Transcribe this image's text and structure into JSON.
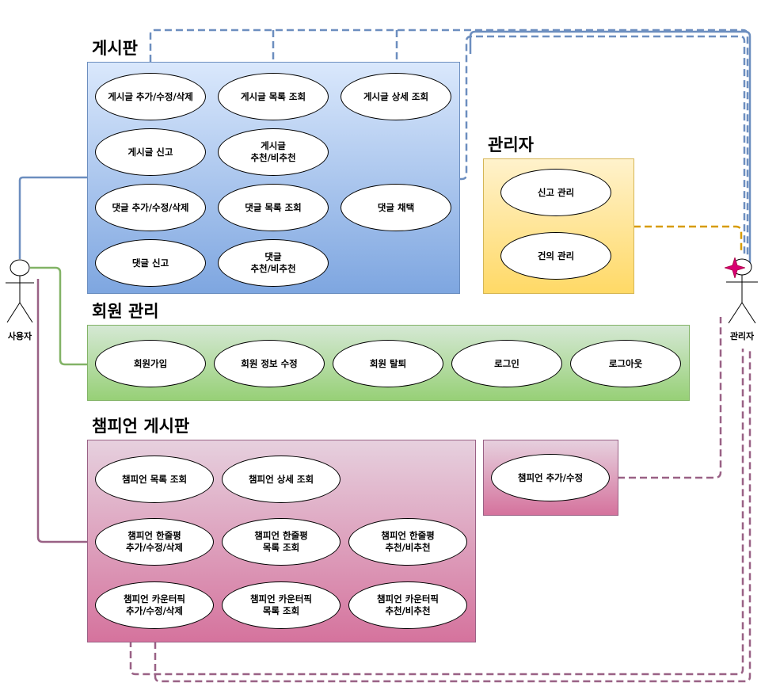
{
  "sections": {
    "board": {
      "title": "게시판",
      "usecases": [
        "게시글 추가/수정/삭제",
        "게시글 목록 조회",
        "게시글 상세 조회",
        "게시글 신고",
        "게시글\n추천/비추천",
        "댓글 추가/수정/삭제",
        "댓글 목록 조회",
        "댓글 채택",
        "댓글 신고",
        "댓글\n추천/비추천"
      ]
    },
    "admin": {
      "title": "관리자",
      "usecases": [
        "신고 관리",
        "건의 관리"
      ]
    },
    "member": {
      "title": "회원 관리",
      "usecases": [
        "회원가입",
        "회원 정보 수정",
        "회원 탈퇴",
        "로그인",
        "로그아웃"
      ]
    },
    "champion": {
      "title": "챔피언 게시판",
      "usecases": [
        "챔피언 목록 조회",
        "챔피언 상세 조회",
        "챔피언 한줄평\n추가/수정/삭제",
        "챔피언 한줄평\n목록 조회",
        "챔피언 한줄평\n추천/비추천",
        "챔피언 카운터픽\n추가/수정/삭제",
        "챔피언 카운터픽\n목록 조회",
        "챔피언 카운터픽\n추천/비추천"
      ]
    },
    "champion_admin": {
      "usecases": [
        "챔피언 추가/수정"
      ]
    }
  },
  "actors": {
    "user": {
      "label": "사용자"
    },
    "admin": {
      "label": "관리자"
    }
  },
  "colors": {
    "board_line": "#6c8ebf",
    "member_line": "#82b366",
    "champion_line": "#996185",
    "admin_line": "#d79b00",
    "star": "#d80073"
  }
}
